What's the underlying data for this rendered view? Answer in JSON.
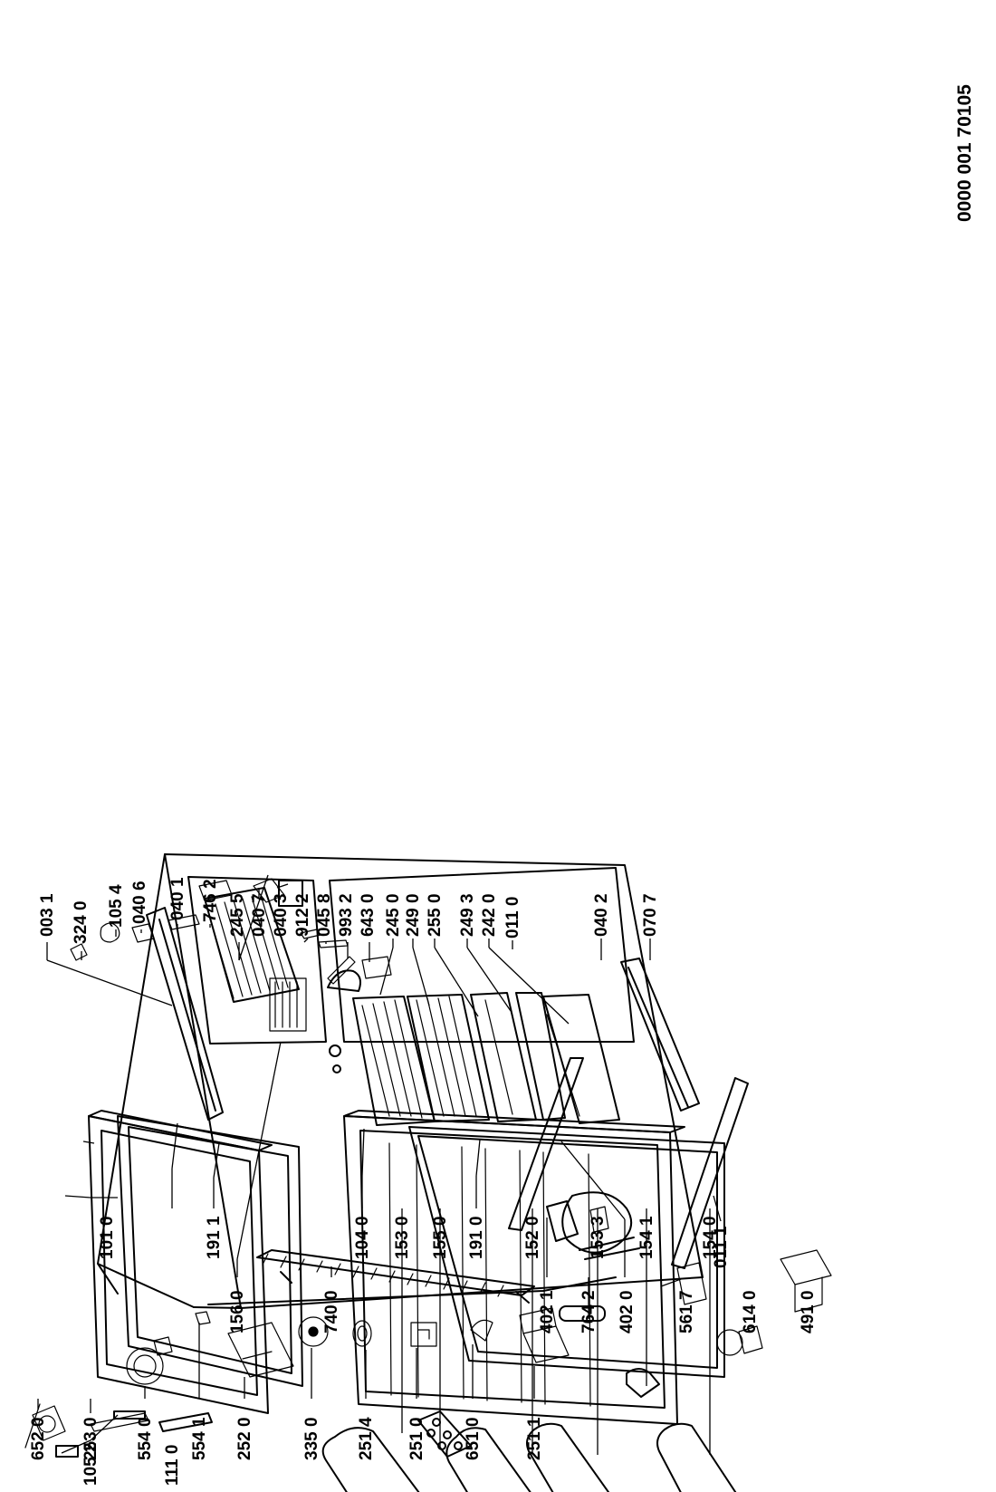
{
  "document_number": "0000 001 70105",
  "labels": {
    "p0031": "003 1",
    "p3240": "324 0",
    "p1054": "105 4",
    "p0406": "040 6",
    "p0401": "040 1",
    "p7462": "746 2",
    "p2455": "245 5",
    "p0407": "040 7",
    "p0403": "040 3",
    "p9122": "912 2",
    "p0458": "045 8",
    "p9932": "993 2",
    "p6430": "643 0",
    "p2450": "245 0",
    "p2490": "249 0",
    "p2550": "255 0",
    "p2493": "249 3",
    "p2420": "242 0",
    "p0110": "011 0",
    "p0402": "040 2",
    "p0707": "070 7",
    "p0111": "011 1",
    "p1560": "156 0",
    "p7400": "740 0",
    "p4021": "402 1",
    "p7642": "764 2",
    "p4020": "402 0",
    "p5617": "561 7",
    "p6140": "614 0",
    "p4910": "491 0",
    "p6520": "652 0",
    "p2530": "253 0",
    "p5540": "554 0",
    "p5541": "554 1",
    "p2520": "252 0",
    "p3350": "335 0",
    "p2514": "251 4",
    "p2510": "251 0",
    "p6510": "651 0",
    "p2511": "251 1",
    "p1052": "105 2",
    "p1110": "111 0",
    "p1010": "101 0",
    "p1911": "191 1",
    "p1040": "104 0",
    "p1530": "153 0",
    "p1550": "155 0",
    "p1910": "191 0",
    "p1520": "152 0",
    "p1533": "153 3",
    "p1541": "154 1",
    "p1540": "154 0"
  }
}
